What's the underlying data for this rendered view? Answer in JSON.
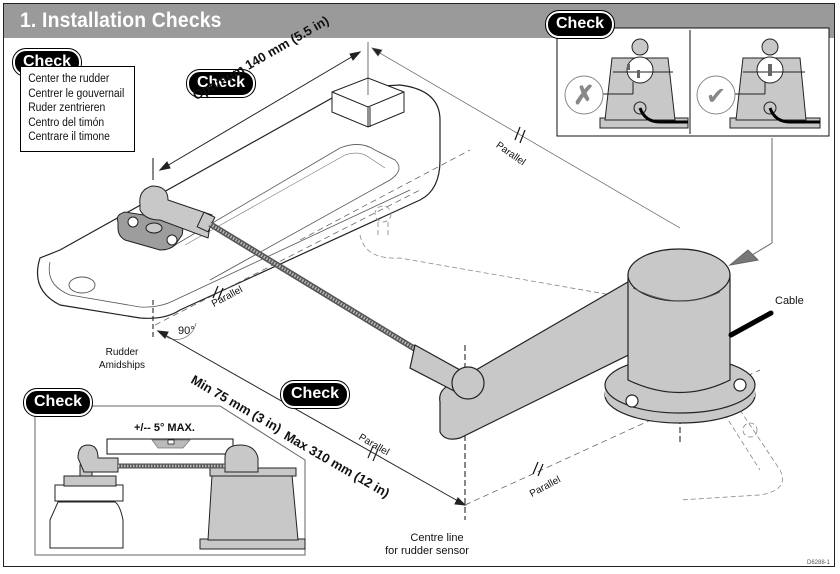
{
  "header": {
    "title": "1.  Installation Checks"
  },
  "badges": {
    "check_label": "Check"
  },
  "rudder_instructions": {
    "lines": [
      "Center the rudder",
      "Centrer le gouvernail",
      "Ruder zentrieren",
      "Centro del timón",
      "Centrare il timone"
    ]
  },
  "dimensions": {
    "optimum": "Optimum 140 mm (5.5 in)",
    "min": "Min 75 mm (3 in)",
    "max": "Max 310 mm (12 in)"
  },
  "labels": {
    "parallel": "Parallel",
    "angle": "90°",
    "rudder_amidships_1": "Rudder",
    "rudder_amidships_2": "Amidships",
    "centre_line_1": "Centre line",
    "centre_line_2": "for rudder sensor",
    "cable": "Cable",
    "tolerance": "+/-- 5° MAX."
  },
  "alignment_check": {
    "wrong_symbol": "cross-icon",
    "correct_symbol": "check-icon"
  },
  "doc_id": "D6288-1",
  "colors": {
    "title_bar": "#9a9a9a",
    "part_fill": "#c8c8c8",
    "badge": "#000000",
    "outline": "#222222"
  }
}
